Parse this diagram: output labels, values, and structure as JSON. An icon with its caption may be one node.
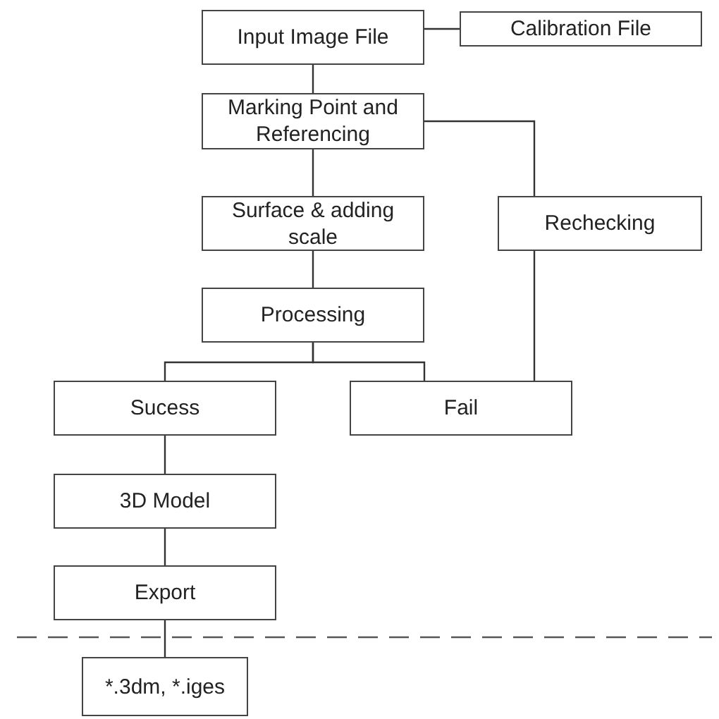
{
  "diagram": {
    "nodes": [
      {
        "text": [
          "Input Image File"
        ]
      },
      {
        "text": [
          "Calibration File"
        ]
      },
      {
        "text": [
          "Marking Point and Referencing"
        ]
      },
      {
        "text": [
          "Surface & adding scale"
        ]
      },
      {
        "text": [
          "Rechecking"
        ]
      },
      {
        "text": [
          "Processing"
        ]
      },
      {
        "text": [
          "Sucess"
        ]
      },
      {
        "text": [
          "Fail"
        ]
      },
      {
        "text": [
          "3D Model"
        ]
      },
      {
        "text": [
          "Export"
        ]
      },
      {
        "text": [
          "*.3dm, *.iges"
        ]
      }
    ],
    "edges": [
      {
        "from": 0,
        "to": 1,
        "arrow": "none"
      },
      {
        "from": 0,
        "to": 2,
        "arrow": "none"
      },
      {
        "from": 2,
        "to": 3,
        "arrow": "none"
      },
      {
        "from": 2,
        "to": 4,
        "arrow": "none"
      },
      {
        "from": 3,
        "to": 5,
        "arrow": "none"
      },
      {
        "from": 5,
        "to": 6,
        "arrow": "none"
      },
      {
        "from": 5,
        "to": 7,
        "arrow": "none"
      },
      {
        "from": 4,
        "to": 7,
        "arrow": "none"
      },
      {
        "from": 6,
        "to": 8,
        "arrow": "none"
      },
      {
        "from": 8,
        "to": 9,
        "arrow": "none"
      },
      {
        "from": 9,
        "to": 10,
        "arrow": "none"
      }
    ]
  }
}
